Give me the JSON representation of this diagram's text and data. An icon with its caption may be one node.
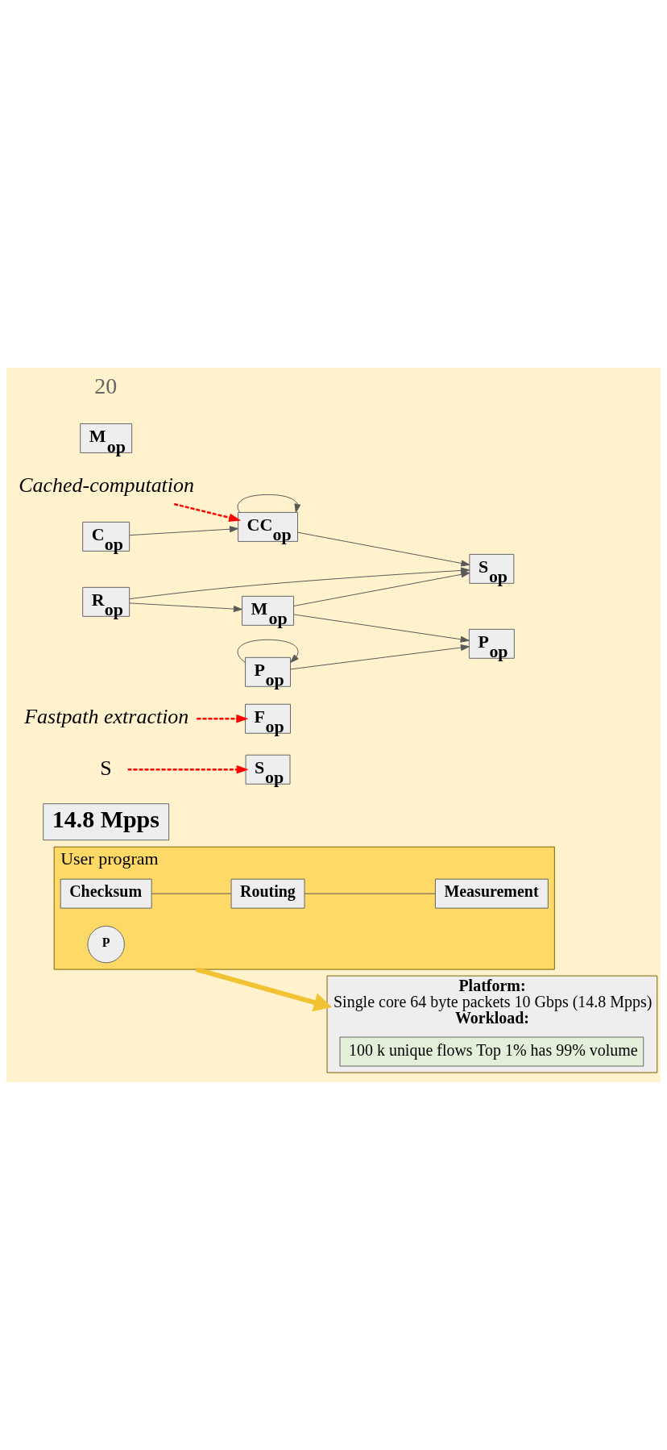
{
  "diagram": {
    "nodes": [
      {
        "text": [
          "User program"
        ]
      },
      {
        "text": [
          "P"
        ],
        "in": 0
      },
      {
        "text": [
          "Checksum"
        ],
        "in": 0
      },
      {
        "text": [
          "Routing"
        ],
        "in": 0
      },
      {
        "text": [
          "Measurement"
        ],
        "in": 0
      },
      {
        "text": [
          "Platform:",
          "Single core 64 byte packets 10 Gbps (14.8 Mpps)",
          "Workload:"
        ]
      },
      {
        "text": [
          "100 k unique flows Top 1% has 99% volume"
        ],
        "in": 5
      },
      {
        "text": [
          "14.8 Mpps"
        ]
      },
      {
        "text": [
          "S"
        ]
      },
      {
        "text": [
          "Fastpath extraction"
        ]
      },
      {
        "text": [
          "Cached-computation"
        ]
      },
      {
        "text": [
          "P$_{op}$"
        ]
      },
      {
        "text": [
          "P$_{op}$"
        ]
      },
      {
        "text": [
          "F$_{op}$"
        ]
      },
      {
        "text": [
          "S$_{op}$"
        ]
      },
      {
        "text": [
          "C$_{op}$"
        ]
      },
      {
        "text": [
          "CC$_{op}$"
        ]
      },
      {
        "text": [
          "S$_{op}$"
        ]
      },
      {
        "text": [
          "M$_{op}$"
        ]
      },
      {
        "text": [
          "R$_{op}$"
        ]
      },
      {
        "text": [
          "M$_{op}$"
        ]
      }
    ],
    "edges": [
      {
        "from": 2,
        "to": 3,
        "arrow": "none"
      },
      {
        "from": 3,
        "to": 4,
        "arrow": "none"
      },
      {
        "from": 0,
        "to": 5,
        "arrow": "to",
        "style": "thick",
        "color": "#f1c232"
      },
      {
        "from": 11,
        "to": 11,
        "arrow": "to"
      },
      {
        "from": 11,
        "to": 12,
        "arrow": "to"
      },
      {
        "from": 20,
        "to": 12,
        "arrow": "to"
      },
      {
        "from": 15,
        "to": 16,
        "arrow": "to"
      },
      {
        "from": 16,
        "to": 16,
        "arrow": "to"
      },
      {
        "from": 16,
        "to": 17,
        "arrow": "to"
      },
      {
        "from": 19,
        "to": 20,
        "arrow": "to"
      },
      {
        "from": 19,
        "to": 17,
        "arrow": "to"
      },
      {
        "from": 20,
        "to": 17,
        "arrow": "to"
      },
      {
        "from": 8,
        "to": 14,
        "arrow": "to",
        "style": "dashed",
        "color": "#ff0000"
      },
      {
        "from": 9,
        "to": 13,
        "arrow": "to",
        "style": "dashed",
        "color": "#ff0000"
      },
      {
        "from": 10,
        "to": 16,
        "arrow": "to",
        "style": "dashed",
        "color": "#ff0000"
      }
    ],
    "labels": [
      "20"
    ]
  }
}
